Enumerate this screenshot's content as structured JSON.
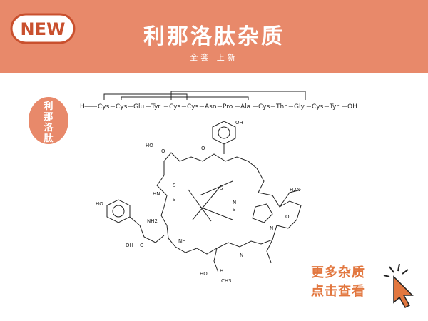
{
  "banner": {
    "badge_text": "NEW",
    "title": "利那洛肽杂质",
    "subtitle": "全套 上新"
  },
  "side_badge": {
    "text": "利\n那\n洛\n肽"
  },
  "sequence": {
    "tokens": [
      "H",
      "Cys",
      "Cys",
      "Glu",
      "Tyr",
      "Cys",
      "Cys",
      "Asn",
      "Pro",
      "Ala",
      "Cys",
      "Thr",
      "Gly",
      "Cys",
      "Tyr",
      "OH"
    ]
  },
  "structure_labels": [
    "HO",
    "O",
    "OH",
    "O",
    "HO",
    "O",
    "HN",
    "N",
    "S",
    "S",
    "S",
    "S",
    "NH2",
    "H2N",
    "NH",
    "OH",
    "O",
    "N",
    "N",
    "H",
    "HO",
    "CH3"
  ],
  "cta": {
    "line1": "更多杂质",
    "line2": "点击查看"
  },
  "colors": {
    "brand": "#e8896a",
    "cta": "#e2773f",
    "text_dark": "#222222"
  }
}
